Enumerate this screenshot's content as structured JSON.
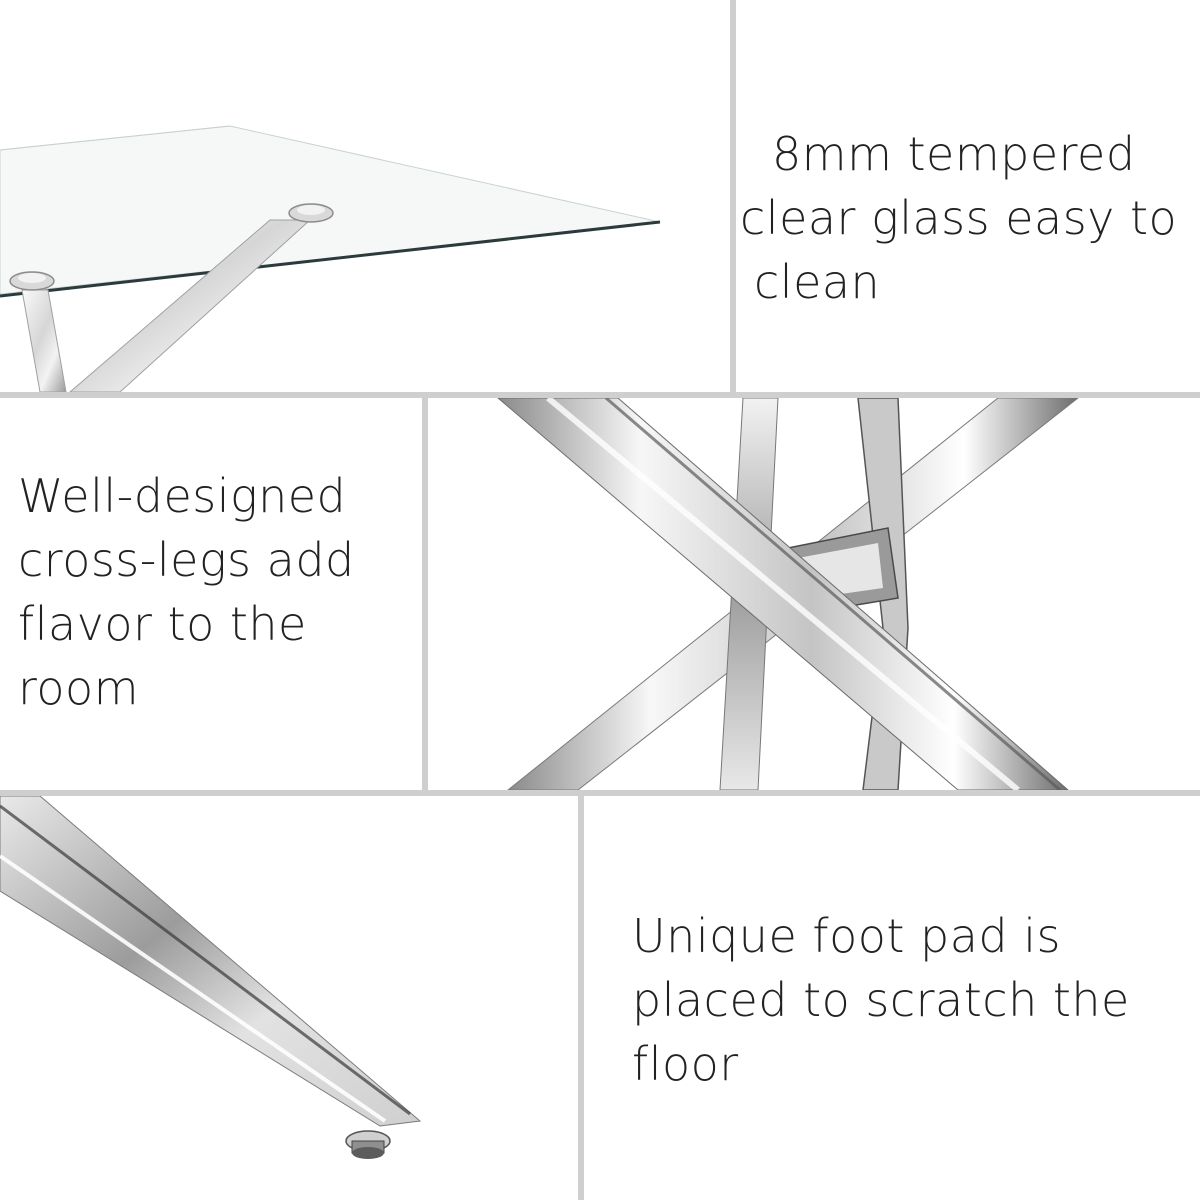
{
  "captions": {
    "glass": [
      "8mm tempered",
      "clear glass easy to",
      "clean"
    ],
    "legs": [
      "Well-designed",
      "cross-legs add",
      "flavor to the",
      "room"
    ],
    "foot": [
      "Unique foot pad is",
      "placed to scratch the",
      "floor"
    ]
  },
  "colors": {
    "divider": "#cfcfcf",
    "text": "#222222",
    "chrome_light": "#f4f4f4",
    "chrome_mid": "#bdbdbd",
    "chrome_dark": "#5a5a5a",
    "glass_edge": "#2b3b3b"
  }
}
